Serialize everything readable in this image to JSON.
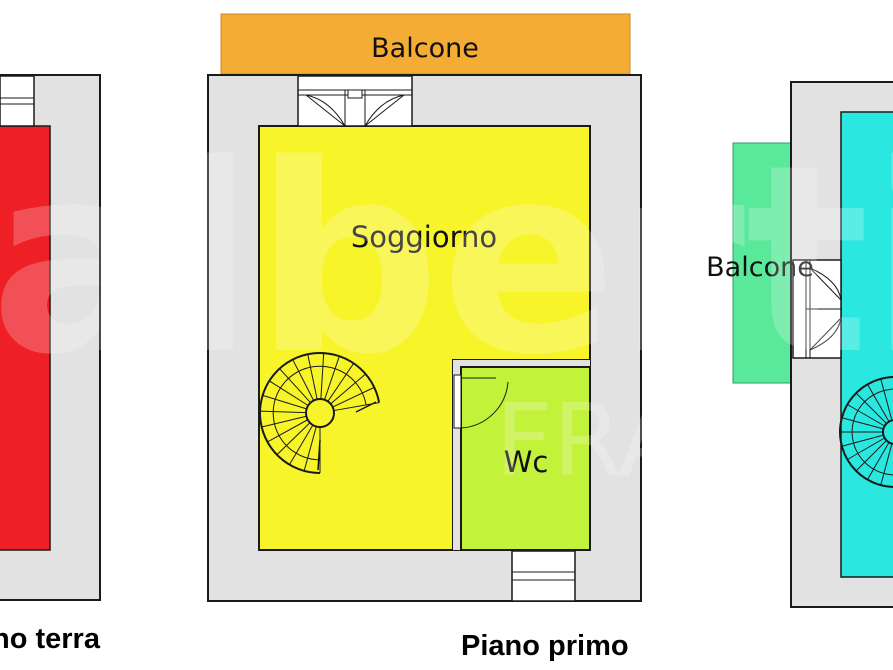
{
  "floors": {
    "left": {
      "caption": "no terra",
      "room_color": "#ee2026"
    },
    "center": {
      "caption": "Piano primo",
      "balcony": {
        "label": "Balcone",
        "color": "#f5ac35"
      },
      "living": {
        "label": "Soggiorno",
        "color": "#f7f42a"
      },
      "wc": {
        "label": "Wc",
        "color": "#c3f23a"
      }
    },
    "right": {
      "balcony": {
        "label": "Balcone",
        "color": "#5ae89a"
      },
      "room_color": "#2ae8e0"
    }
  },
  "watermark": {
    "text": "alberti",
    "subtext": "FRAN"
  },
  "wall_color": "#e2e2e2",
  "outline_color": "#1a1a1a"
}
